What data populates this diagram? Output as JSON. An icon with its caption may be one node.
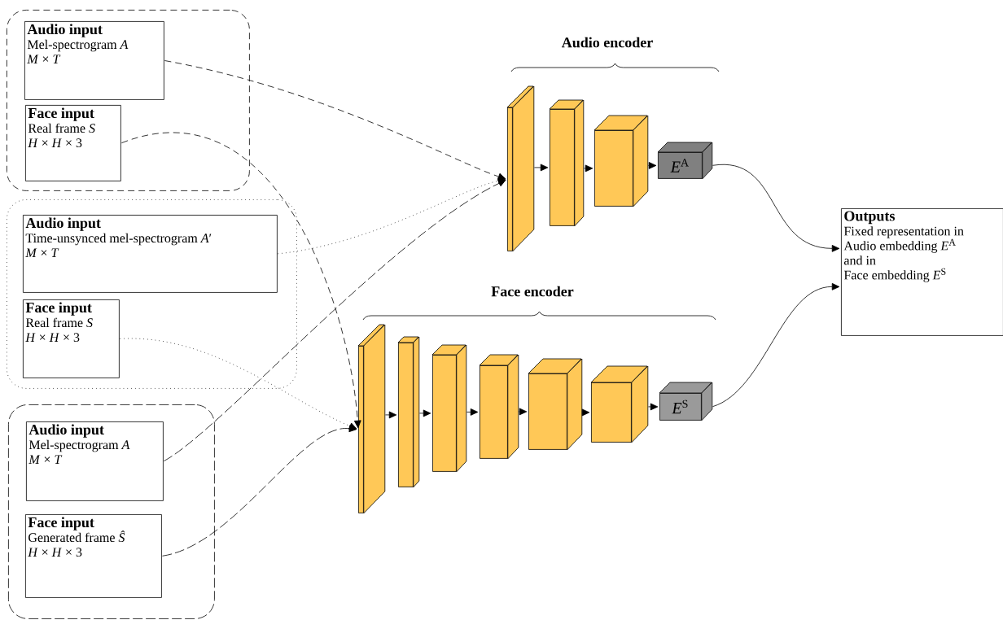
{
  "diagram": {
    "nodes": [
      {
        "text": [],
        "shape": "box"
      },
      {
        "text": [
          "Audio input",
          "Mel-spectrogram *A*",
          "*M* × *T*"
        ],
        "in": 0
      },
      {
        "text": [
          "Face input",
          "Real frame *S*",
          "*H* × *H* × 3"
        ],
        "in": 0
      },
      {
        "text": [],
        "shape": "box"
      },
      {
        "text": [
          "Audio input",
          "Time-unsynced mel-spectrogram *A*′",
          "*M* × *T*"
        ],
        "in": 3
      },
      {
        "text": [
          "Face input",
          "Real frame *S*",
          "*H* × *H* × 3"
        ],
        "in": 3
      },
      {
        "text": [],
        "shape": "box"
      },
      {
        "text": [
          "Audio input",
          "Mel-spectrogram *A*",
          "*M* × *T*"
        ],
        "in": 6
      },
      {
        "text": [
          "Face input",
          "Generated frame *Ŝ*",
          "*H* × *H* × 3"
        ],
        "in": 6
      },
      {
        "text": [],
        "shape": "box"
      },
      {
        "text": [],
        "shape": "box"
      },
      {
        "text": [],
        "shape": "box"
      },
      {
        "text": [
          "*E*$^{A}$"
        ]
      },
      {
        "text": [],
        "shape": "box"
      },
      {
        "text": [],
        "shape": "box"
      },
      {
        "text": [],
        "shape": "box"
      },
      {
        "text": [],
        "shape": "box"
      },
      {
        "text": [],
        "shape": "box"
      },
      {
        "text": [],
        "shape": "box"
      },
      {
        "text": [
          "*E*$^{S}$"
        ]
      },
      {
        "text": [
          "Outputs",
          "Fixed representation in",
          "Audio embedding *E*$^{A}$",
          "and in",
          "Face embedding *E*$^{S}$"
        ]
      }
    ],
    "edges": [
      {
        "from": 1,
        "to": 9,
        "arrow": "to",
        "style": "dashed"
      },
      {
        "from": 2,
        "to": 13,
        "arrow": "to",
        "style": "dashed"
      },
      {
        "from": 4,
        "to": 9,
        "arrow": "to",
        "style": "dashed"
      },
      {
        "from": 5,
        "to": 13,
        "arrow": "to",
        "style": "dashed"
      },
      {
        "from": 7,
        "to": 9,
        "arrow": "to",
        "style": "dashed"
      },
      {
        "from": 8,
        "to": 13,
        "arrow": "to",
        "style": "dashed"
      },
      {
        "from": 9,
        "to": 10,
        "arrow": "to"
      },
      {
        "from": 10,
        "to": 11,
        "arrow": "to"
      },
      {
        "from": 11,
        "to": 12,
        "arrow": "to"
      },
      {
        "from": 13,
        "to": 14,
        "arrow": "to"
      },
      {
        "from": 14,
        "to": 15,
        "arrow": "to"
      },
      {
        "from": 15,
        "to": 16,
        "arrow": "to"
      },
      {
        "from": 16,
        "to": 17,
        "arrow": "to"
      },
      {
        "from": 17,
        "to": 18,
        "arrow": "to"
      },
      {
        "from": 18,
        "to": 19,
        "arrow": "to"
      },
      {
        "from": 12,
        "to": 20,
        "arrow": "to"
      },
      {
        "from": 19,
        "to": 20,
        "arrow": "to"
      }
    ],
    "labels": [
      "Audio encoder",
      "Face encoder"
    ]
  }
}
